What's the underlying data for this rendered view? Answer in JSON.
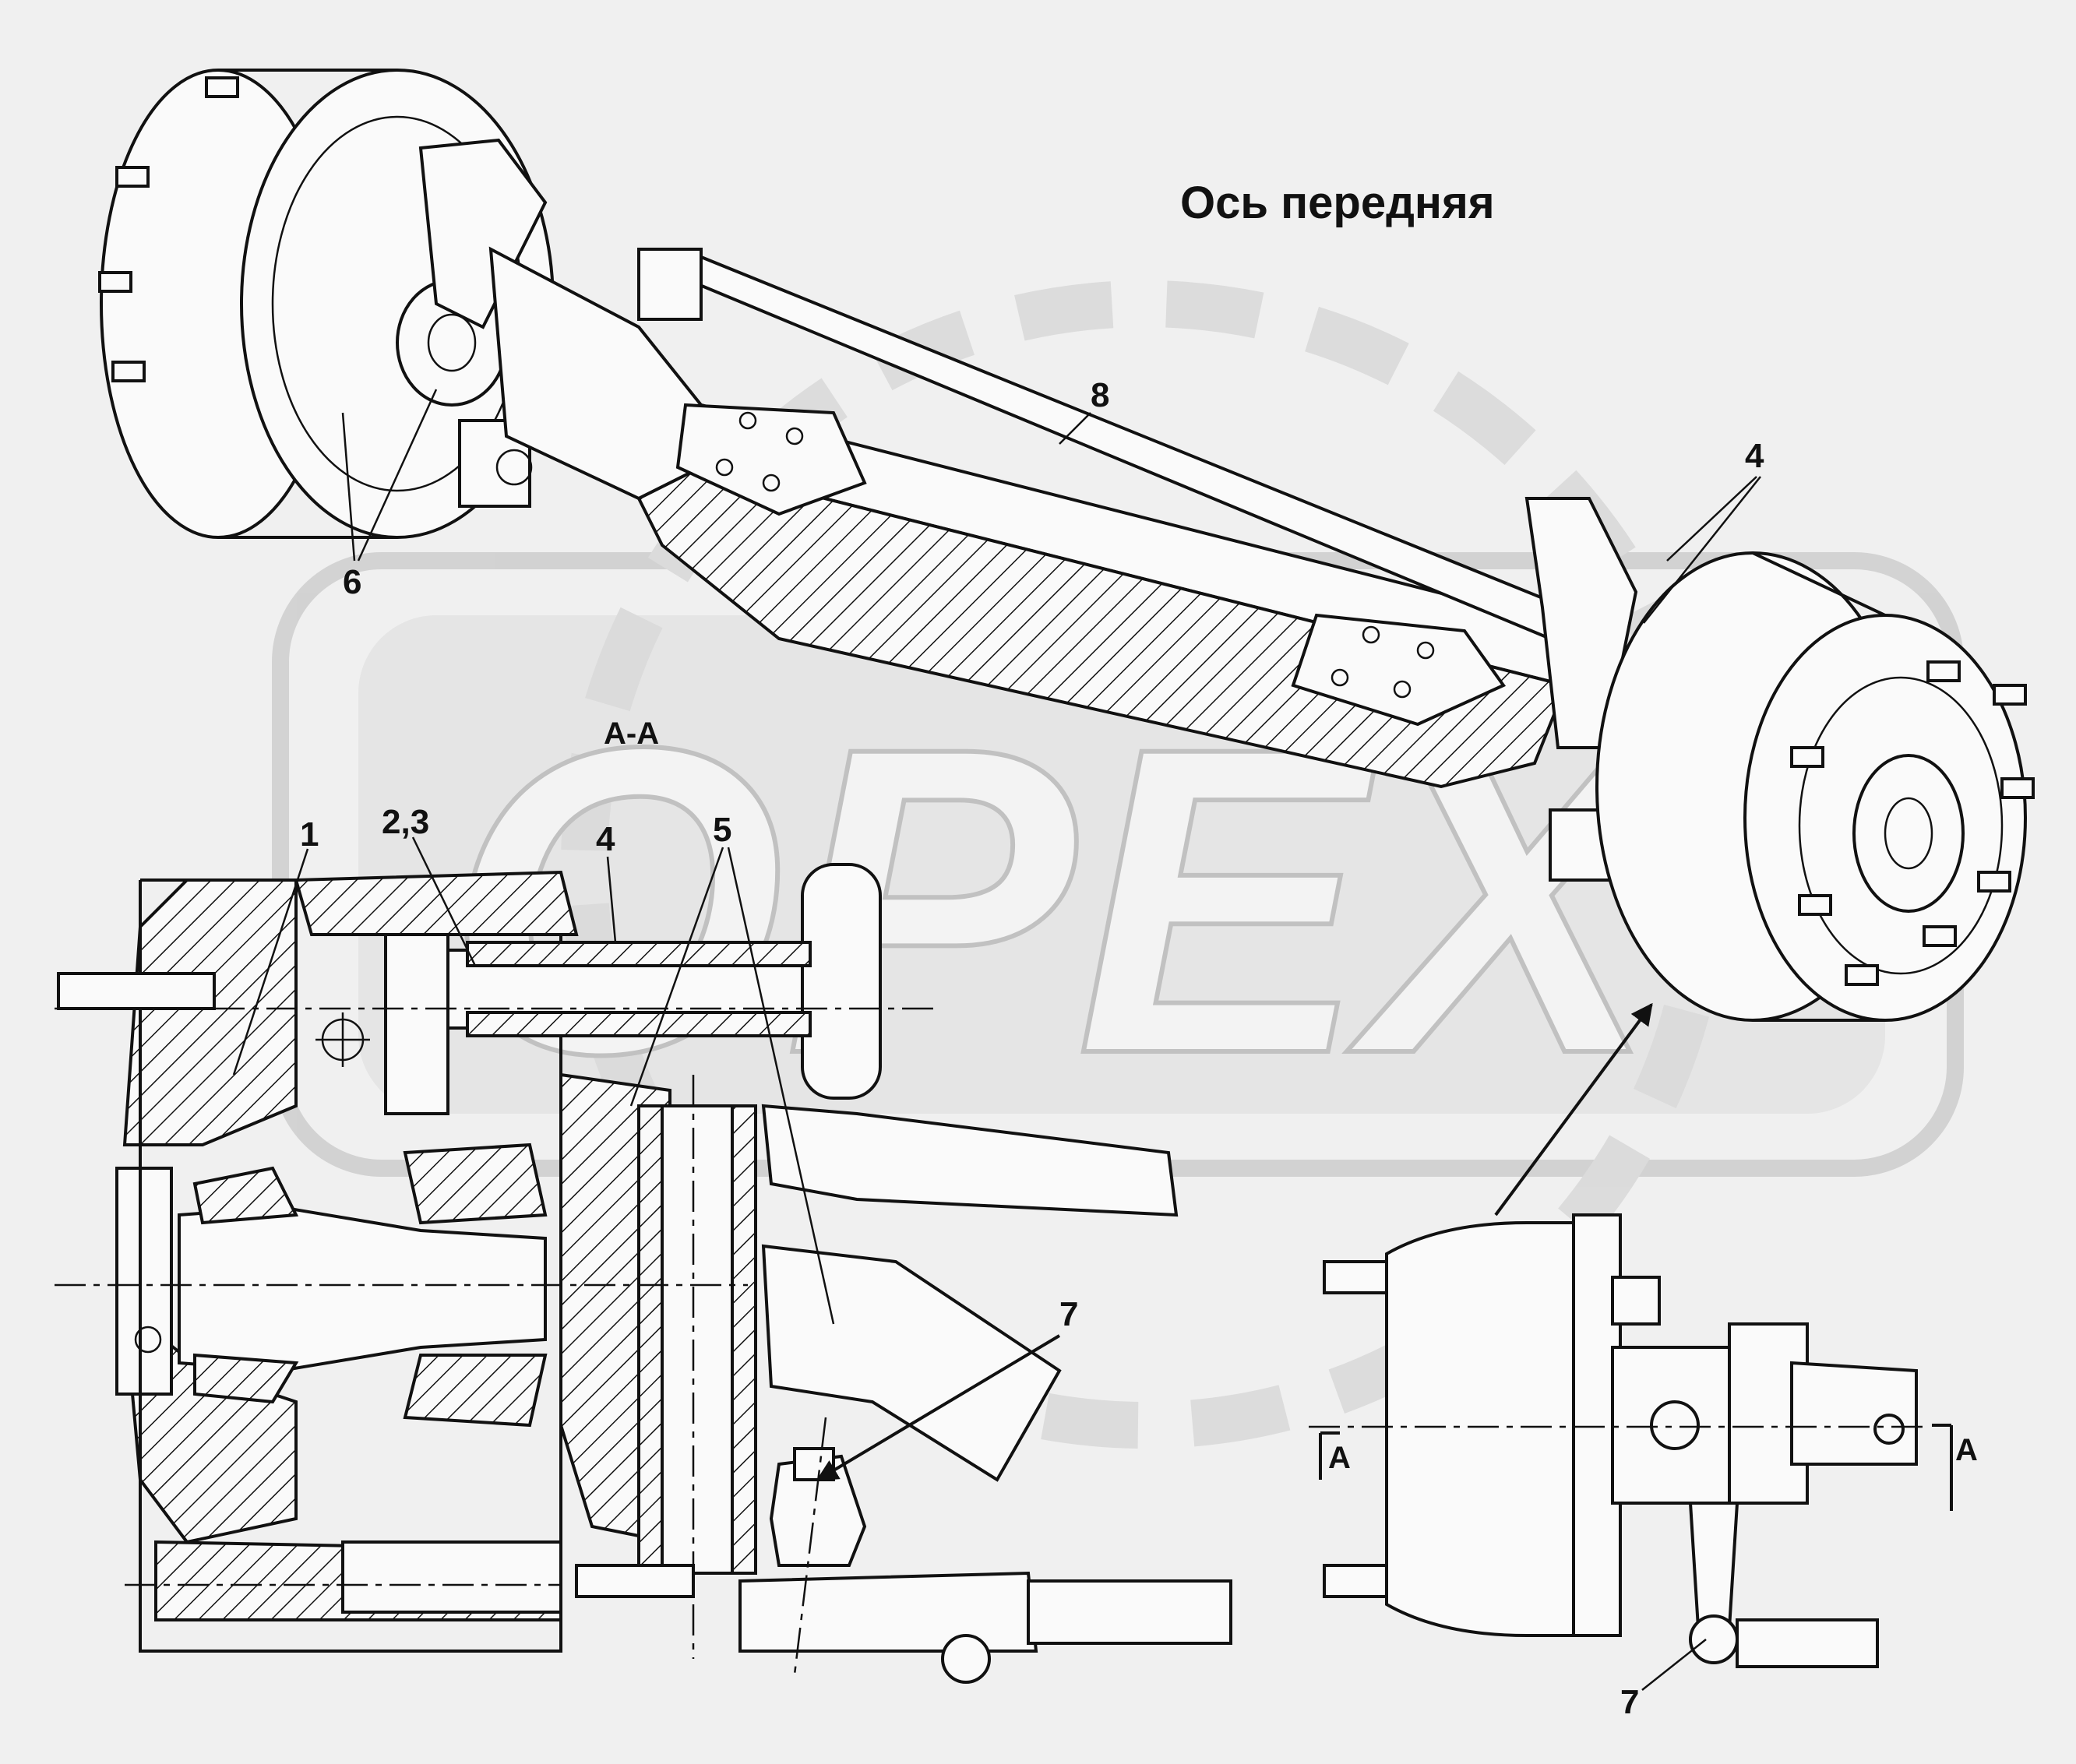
{
  "title": "Ось передняя",
  "section_label": "А-А",
  "section_marks": {
    "left": "А",
    "right": "А"
  },
  "watermark_text": "OPEX",
  "callouts": {
    "c1": "1",
    "c23": "2,3",
    "c4_section": "4",
    "c4_top": "4",
    "c5": "5",
    "c6": "6",
    "c7_section": "7",
    "c7_side": "7",
    "c8": "8"
  }
}
